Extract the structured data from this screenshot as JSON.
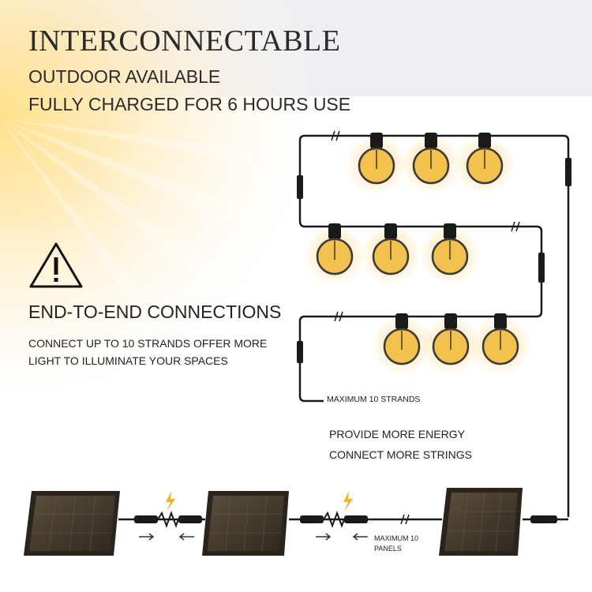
{
  "header": {
    "title": "INTERCONNECTABLE",
    "line1": "OUTDOOR AVAILABLE",
    "line2": "FULLY CHARGED FOR 6 HOURS USE"
  },
  "feature": {
    "icon": "warning-triangle-icon",
    "heading": "END-TO-END CONNECTIONS",
    "line1": "CONNECT UP TO 10 STRANDS OFFER MORE",
    "line2": "LIGHT TO ILLUMINATE YOUR SPACES"
  },
  "diagram": {
    "strands_label": "MAXIMUM 10 STRANDS",
    "energy_line1": "PROVIDE MORE ENERGY",
    "energy_line2": "CONNECT MORE STRINGS",
    "panels_line1": "MAXIMUM 10",
    "panels_line2": "PANELS",
    "bulb_rows": [
      3,
      3,
      3
    ],
    "panel_count": 3,
    "colors": {
      "bulb": "#f2c14e",
      "bulb_glow": "#ffb347",
      "cable": "#1a1a1a",
      "panel": "#3a3328",
      "spark": "#f0b429",
      "band": "#eeeef2"
    }
  }
}
